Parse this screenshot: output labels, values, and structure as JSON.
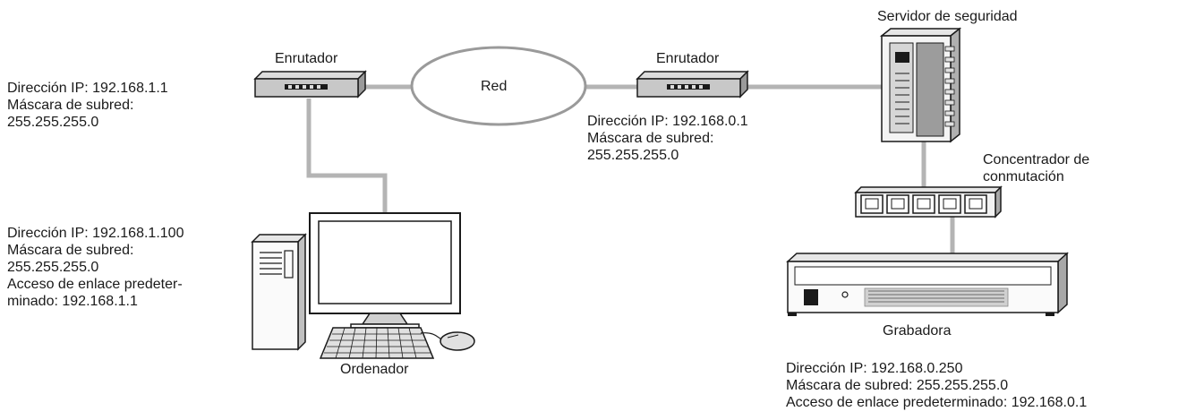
{
  "routers": {
    "left": {
      "title": "Enrutador",
      "info": [
        "Dirección IP: 192.168.1.1",
        "Máscara de subred:",
        "255.255.255.0"
      ]
    },
    "right": {
      "title": "Enrutador",
      "info": [
        "Dirección IP: 192.168.0.1",
        "Máscara de subred:",
        "255.255.255.0"
      ]
    }
  },
  "network": {
    "label": "Red"
  },
  "server": {
    "title": "Servidor de seguridad"
  },
  "switch": {
    "title": [
      "Concentrador de",
      "conmutación"
    ]
  },
  "computer": {
    "title": "Ordenador",
    "info": [
      "Dirección IP: 192.168.1.100",
      "Máscara de subred:",
      "255.255.255.0",
      "Acceso de enlace predeter-",
      "minado: 192.168.1.1"
    ]
  },
  "recorder": {
    "title": "Grabadora",
    "info": [
      "Dirección IP: 192.168.0.250",
      "Máscara de subred: 255.255.255.0",
      "Acceso de enlace predeterminado: 192.168.0.1"
    ]
  },
  "colors": {
    "link": "#b4b4b4",
    "outline": "#1a1a1a",
    "device_fill": "#c8c8c8",
    "cloud_stroke": "#9a9a9a"
  }
}
